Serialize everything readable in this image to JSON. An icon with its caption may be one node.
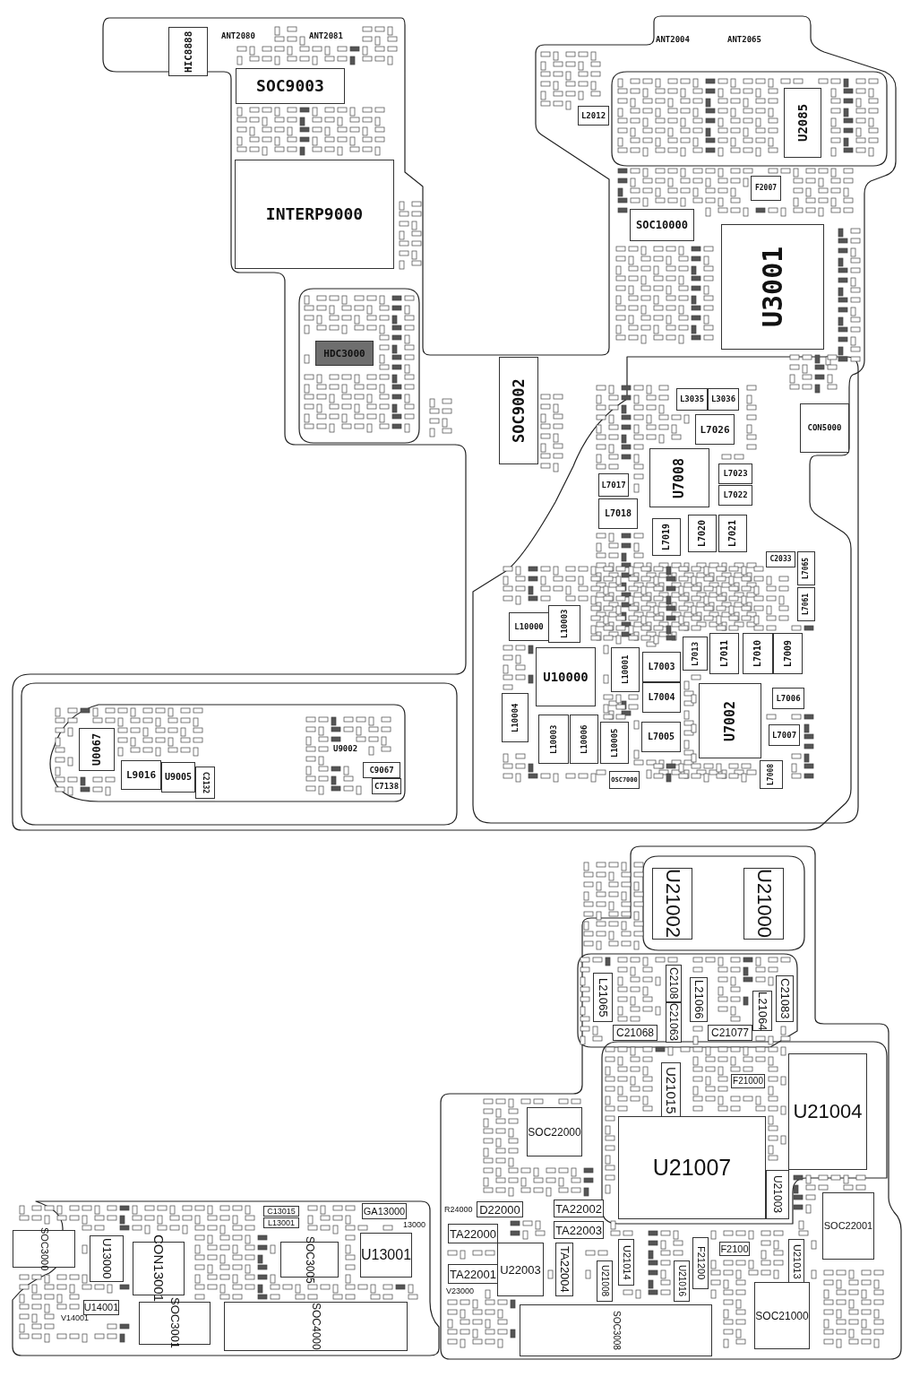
{
  "diagram": {
    "nodes": [
      {
        "text": [
          "HIC8888"
        ]
      },
      {
        "text": [
          "SOC9003"
        ]
      },
      {
        "text": [
          "INTERP9000"
        ]
      },
      {
        "text": [
          "HDC3000"
        ]
      },
      {
        "text": [
          "SOC9002"
        ]
      },
      {
        "text": [
          "L2012"
        ]
      },
      {
        "text": [
          "U2085"
        ]
      },
      {
        "text": [
          "F2007"
        ]
      },
      {
        "text": [
          "SOC10000"
        ]
      },
      {
        "text": [
          "U3001"
        ]
      },
      {
        "text": [
          "CON5000"
        ]
      },
      {
        "text": [
          "L3035"
        ]
      },
      {
        "text": [
          "L3036"
        ]
      },
      {
        "text": [
          "L7026"
        ]
      },
      {
        "text": [
          "U7008"
        ]
      },
      {
        "text": [
          "L7017"
        ]
      },
      {
        "text": [
          "L7023"
        ]
      },
      {
        "text": [
          "L7022"
        ]
      },
      {
        "text": [
          "L7018"
        ]
      },
      {
        "text": [
          "L7019"
        ]
      },
      {
        "text": [
          "L7020"
        ]
      },
      {
        "text": [
          "L7021"
        ]
      },
      {
        "text": [
          "C2033"
        ]
      },
      {
        "text": [
          "L7065"
        ]
      },
      {
        "text": [
          "L7061"
        ]
      },
      {
        "text": [
          "L10000"
        ]
      },
      {
        "text": [
          "L10003"
        ]
      },
      {
        "text": [
          "U10000"
        ]
      },
      {
        "text": [
          "L10001"
        ]
      },
      {
        "text": [
          "L7003"
        ]
      },
      {
        "text": [
          "L7013"
        ]
      },
      {
        "text": [
          "L7011"
        ]
      },
      {
        "text": [
          "L7010"
        ]
      },
      {
        "text": [
          "L7009"
        ]
      },
      {
        "text": [
          "L7004"
        ]
      },
      {
        "text": [
          "L7006"
        ]
      },
      {
        "text": [
          "L10004"
        ]
      },
      {
        "text": [
          "U7002"
        ]
      },
      {
        "text": [
          "L10003"
        ]
      },
      {
        "text": [
          "L10006"
        ]
      },
      {
        "text": [
          "L10005"
        ]
      },
      {
        "text": [
          "L7005"
        ]
      },
      {
        "text": [
          "L7007"
        ]
      },
      {
        "text": [
          "L7008"
        ]
      },
      {
        "text": [
          "OSC7000"
        ]
      },
      {
        "text": [
          "U0067"
        ]
      },
      {
        "text": [
          "L9016"
        ]
      },
      {
        "text": [
          "U9005"
        ]
      },
      {
        "text": [
          "C2132"
        ]
      },
      {
        "text": [
          "C9067"
        ]
      },
      {
        "text": [
          "C7138"
        ]
      },
      {
        "text": [
          "U21002"
        ]
      },
      {
        "text": [
          "U21000"
        ]
      },
      {
        "text": [
          "L21065"
        ]
      },
      {
        "text": [
          "C2108"
        ]
      },
      {
        "text": [
          "C21063"
        ]
      },
      {
        "text": [
          "L21066"
        ]
      },
      {
        "text": [
          "L21064"
        ]
      },
      {
        "text": [
          "C21083"
        ]
      },
      {
        "text": [
          "C21068"
        ]
      },
      {
        "text": [
          "C21077"
        ]
      },
      {
        "text": [
          "U21015"
        ]
      },
      {
        "text": [
          "F21000"
        ]
      },
      {
        "text": [
          "U21004"
        ]
      },
      {
        "text": [
          "SOC22000"
        ]
      },
      {
        "text": [
          "U21007"
        ]
      },
      {
        "text": [
          "U21003"
        ]
      },
      {
        "text": [
          "D22000"
        ]
      },
      {
        "text": [
          "TA22002"
        ]
      },
      {
        "text": [
          "SOC22001"
        ]
      },
      {
        "text": [
          "TA22003"
        ]
      },
      {
        "text": [
          "TA22000"
        ]
      },
      {
        "text": [
          "U22003"
        ]
      },
      {
        "text": [
          "TA22004"
        ]
      },
      {
        "text": [
          "U21014"
        ]
      },
      {
        "text": [
          "F21200"
        ]
      },
      {
        "text": [
          "F2100"
        ]
      },
      {
        "text": [
          "U21013"
        ]
      },
      {
        "text": [
          "TA22001"
        ]
      },
      {
        "text": [
          "U21008"
        ]
      },
      {
        "text": [
          "U21016"
        ]
      },
      {
        "text": [
          "SOC21000"
        ]
      },
      {
        "text": [
          "SOC3008"
        ]
      },
      {
        "text": [
          "SOC3000"
        ]
      },
      {
        "text": [
          "U13000"
        ]
      },
      {
        "text": [
          "CON13001"
        ]
      },
      {
        "text": [
          "U14001"
        ]
      },
      {
        "text": [
          "SOC3001"
        ]
      },
      {
        "text": [
          "C13015"
        ]
      },
      {
        "text": [
          "L13001"
        ]
      },
      {
        "text": [
          "GA13000"
        ]
      },
      {
        "text": [
          "SOC3005"
        ]
      },
      {
        "text": [
          "U13001"
        ]
      },
      {
        "text": [
          "SOC4000"
        ]
      }
    ],
    "labels": [
      "ANT2080",
      "ANT2081",
      "ANT2004",
      "ANT2065",
      "U9002",
      "R24000",
      "V23000",
      "V14001",
      "13000"
    ]
  }
}
